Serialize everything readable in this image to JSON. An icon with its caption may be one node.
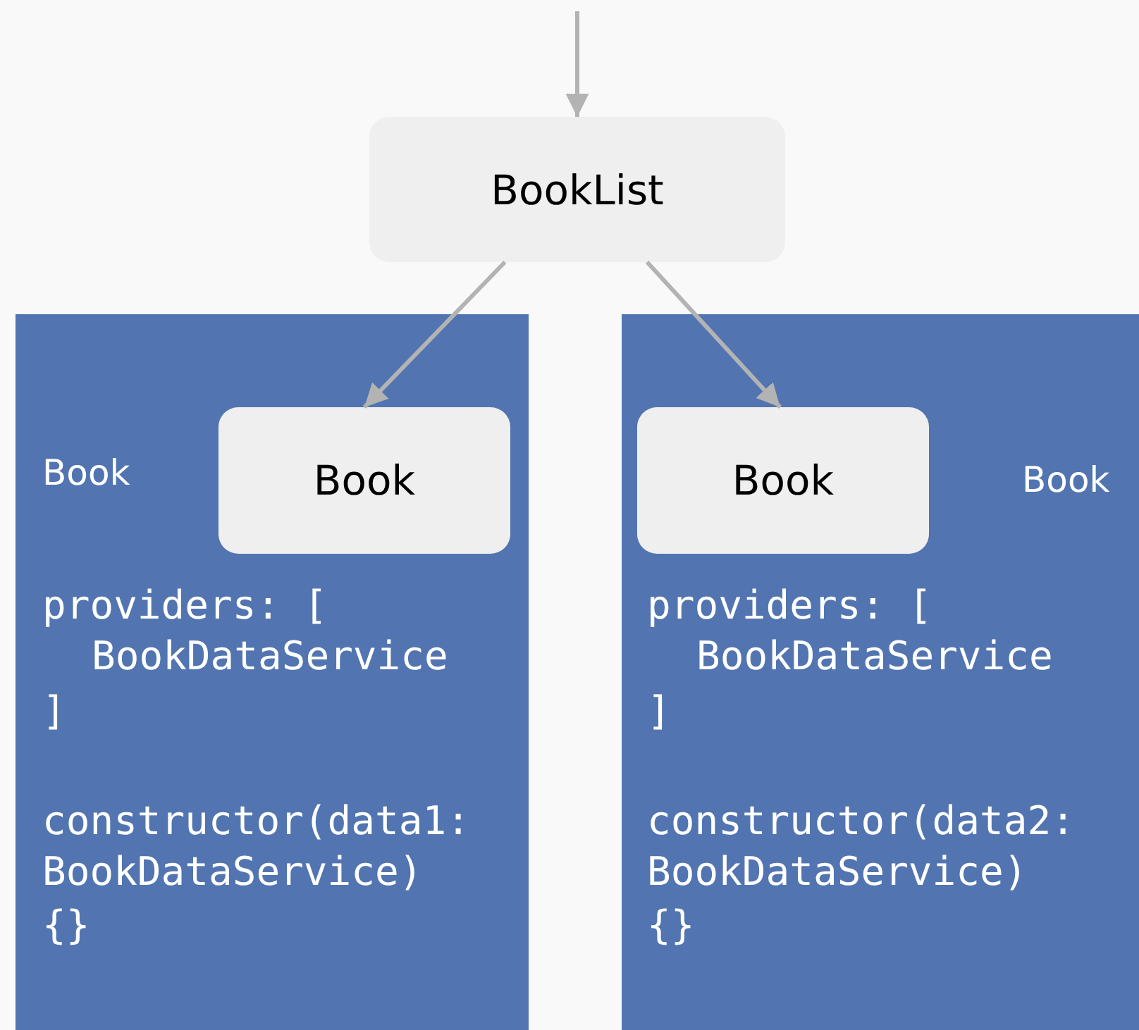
{
  "diagram": {
    "nodes": [
      {
        "text": [
          "BookList"
        ]
      },
      {
        "text": [
          "Book",
          "providers: [",
          "BookDataService",
          "]",
          "constructor(data1:",
          "BookDataService)",
          "{}"
        ]
      },
      {
        "text": [
          "Book"
        ],
        "in": 1
      },
      {
        "text": [
          "Book",
          "providers: [",
          "BookDataService",
          "]",
          "constructor(data2:",
          "BookDataService)",
          "{}"
        ]
      },
      {
        "text": [
          "Book"
        ],
        "in": 3
      }
    ],
    "edges": [
      {
        "from": null,
        "to": 0,
        "arrow": "to"
      },
      {
        "from": 0,
        "to": 2,
        "arrow": "to"
      },
      {
        "from": 0,
        "to": 4,
        "arrow": "to"
      }
    ]
  }
}
